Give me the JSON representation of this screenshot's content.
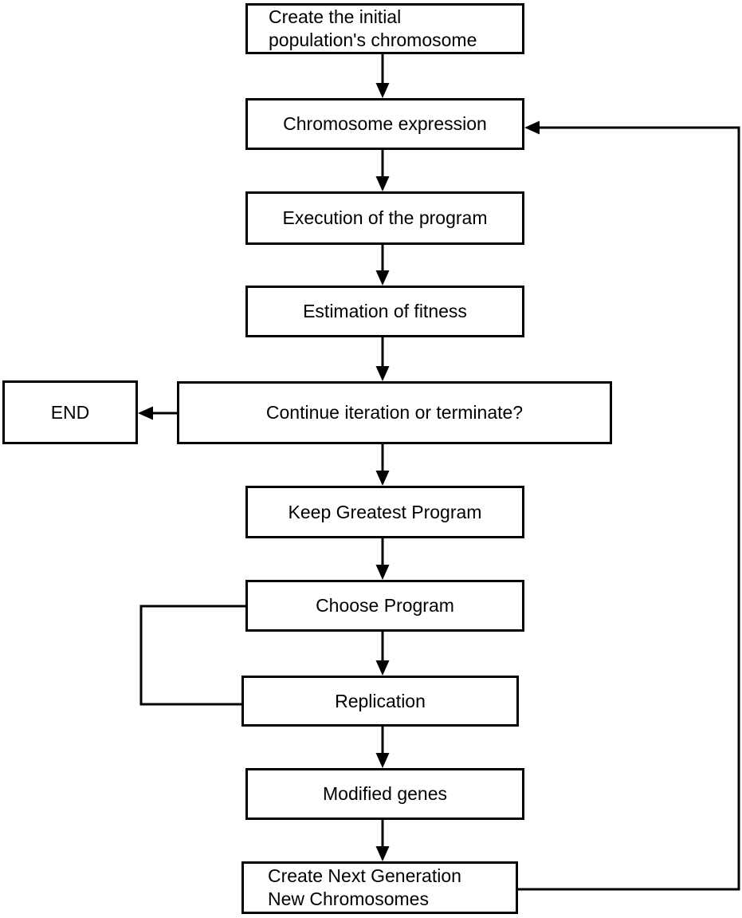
{
  "colors": {
    "line": "#000000",
    "box_fill": "#ffffff",
    "text": "#000000",
    "background": "#ffffff"
  },
  "nodes": {
    "create_initial": {
      "label": "Create the initial\npopulation's chromosome"
    },
    "chromosome_expression": {
      "label": "Chromosome expression"
    },
    "execution": {
      "label": "Execution of the program"
    },
    "estimation": {
      "label": "Estimation of fitness"
    },
    "continue_decision": {
      "label": "Continue iteration or terminate?"
    },
    "end": {
      "label": "END"
    },
    "keep_greatest": {
      "label": "Keep Greatest Program"
    },
    "choose_program": {
      "label": "Choose Program"
    },
    "replication": {
      "label": "Replication"
    },
    "modified_genes": {
      "label": "Modified genes"
    },
    "create_next": {
      "label": "Create Next Generation\nNew Chromosomes"
    }
  },
  "edges": [
    {
      "from": "create_initial",
      "to": "chromosome_expression",
      "arrowhead": true
    },
    {
      "from": "chromosome_expression",
      "to": "execution",
      "arrowhead": true
    },
    {
      "from": "execution",
      "to": "estimation",
      "arrowhead": true
    },
    {
      "from": "estimation",
      "to": "continue_decision",
      "arrowhead": true
    },
    {
      "from": "continue_decision",
      "to": "end",
      "arrowhead": true
    },
    {
      "from": "continue_decision",
      "to": "keep_greatest",
      "arrowhead": true
    },
    {
      "from": "keep_greatest",
      "to": "choose_program",
      "arrowhead": true
    },
    {
      "from": "choose_program",
      "to": "replication",
      "arrowhead": true
    },
    {
      "from": "replication",
      "to": "choose_program",
      "arrowhead": false
    },
    {
      "from": "replication",
      "to": "modified_genes",
      "arrowhead": true
    },
    {
      "from": "modified_genes",
      "to": "create_next",
      "arrowhead": true
    },
    {
      "from": "create_next",
      "to": "chromosome_expression",
      "arrowhead": true
    }
  ]
}
